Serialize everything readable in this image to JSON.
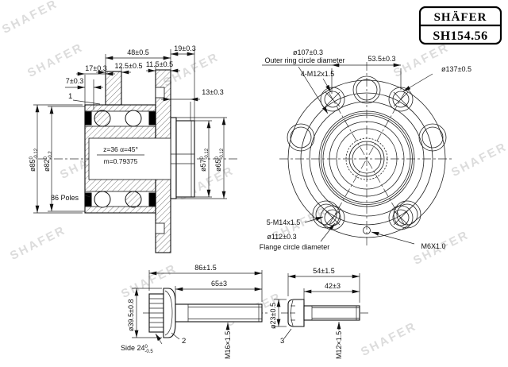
{
  "watermark": "SHAFER",
  "header": {
    "brand": "SHÄFER",
    "part_number": "SH154.56"
  },
  "section_view": {
    "ref1": "1",
    "poles_label": "86 Poles",
    "spline_row1": "z=36 α=45°",
    "spline_row2": "m=0.79375",
    "dims": {
      "len48": "48±0.5",
      "len19": "19±0.3",
      "len17": "17±0.3",
      "len12_5": "12.5±0.5",
      "len11_5": "11.5±0.5",
      "len7": "7±0.3",
      "len13": "13±0.3",
      "dia85": {
        "main": "ø85",
        "sup": "0",
        "sub": "-0.12"
      },
      "dia82": {
        "main": "ø82",
        "sup": "0",
        "sub": "-0.2"
      },
      "dia57": {
        "main": "ø57",
        "sup": "0",
        "sub": "-0.12"
      },
      "dia65": {
        "main": "ø65",
        "sup": "0",
        "sub": "-0.12"
      }
    }
  },
  "front_view": {
    "outer_ring_dia": "ø107±0.3",
    "outer_ring_caption": "Outer ring circle diameter",
    "radius_53_5": "53.5±0.3",
    "bolts_m12": "4-M12x1.5",
    "outer_dia": "ø137±0.5",
    "bolts_m14": "5-M14x1.5",
    "flange_dia": "ø112±0.3",
    "flange_caption": "Flange circle diameter",
    "thread_m6": "M6X1.0"
  },
  "bolt_hub": {
    "ref": "2",
    "len_total": "86±1.5",
    "len_thread": "65±3",
    "head_dia": "ø39.5±0.8",
    "side": {
      "main": "Side 24",
      "sup": "0",
      "sub": "-0.5"
    },
    "thread": "M16×1.5"
  },
  "bolt_small": {
    "ref": "3",
    "len_total": "54±1.5",
    "len_thread": "42±3",
    "head_dia": "ø23±0.5",
    "thread": "M12×1.5"
  }
}
